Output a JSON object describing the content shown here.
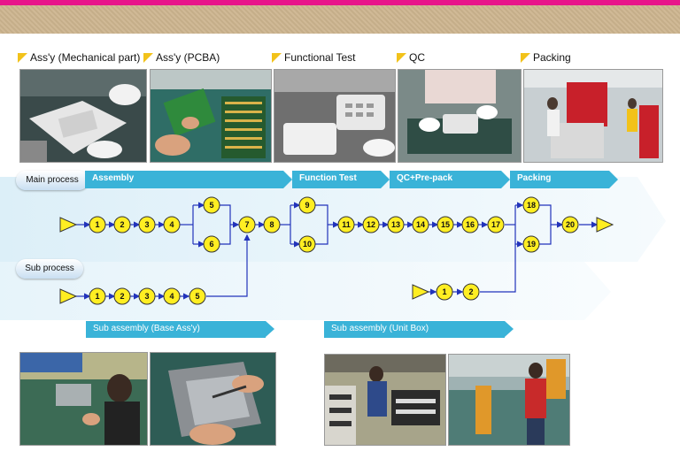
{
  "stage_captions": [
    "Ass'y (Mechanical part)",
    "Ass'y (PCBA)",
    "Functional Test",
    "QC",
    "Packing"
  ],
  "lanes": {
    "main": "Main process",
    "sub": "Sub process"
  },
  "phases": [
    "Assembly",
    "Function Test",
    "QC+Pre-pack",
    "Packing"
  ],
  "sub_assemblies": [
    "Sub assembly (Base Ass'y)",
    "Sub assembly (Unit Box)"
  ],
  "main_steps": [
    "1",
    "2",
    "3",
    "4",
    "5",
    "6",
    "7",
    "8",
    "9",
    "10",
    "11",
    "12",
    "13",
    "14",
    "15",
    "16",
    "17",
    "18",
    "19",
    "20"
  ],
  "sub_base_steps": [
    "1",
    "2",
    "3",
    "4",
    "5"
  ],
  "sub_box_steps": [
    "1",
    "2"
  ],
  "colors": {
    "accent": "#e8158a",
    "band": "#3ab3d8",
    "node": "#ffee22",
    "flow": "#2233bb"
  }
}
